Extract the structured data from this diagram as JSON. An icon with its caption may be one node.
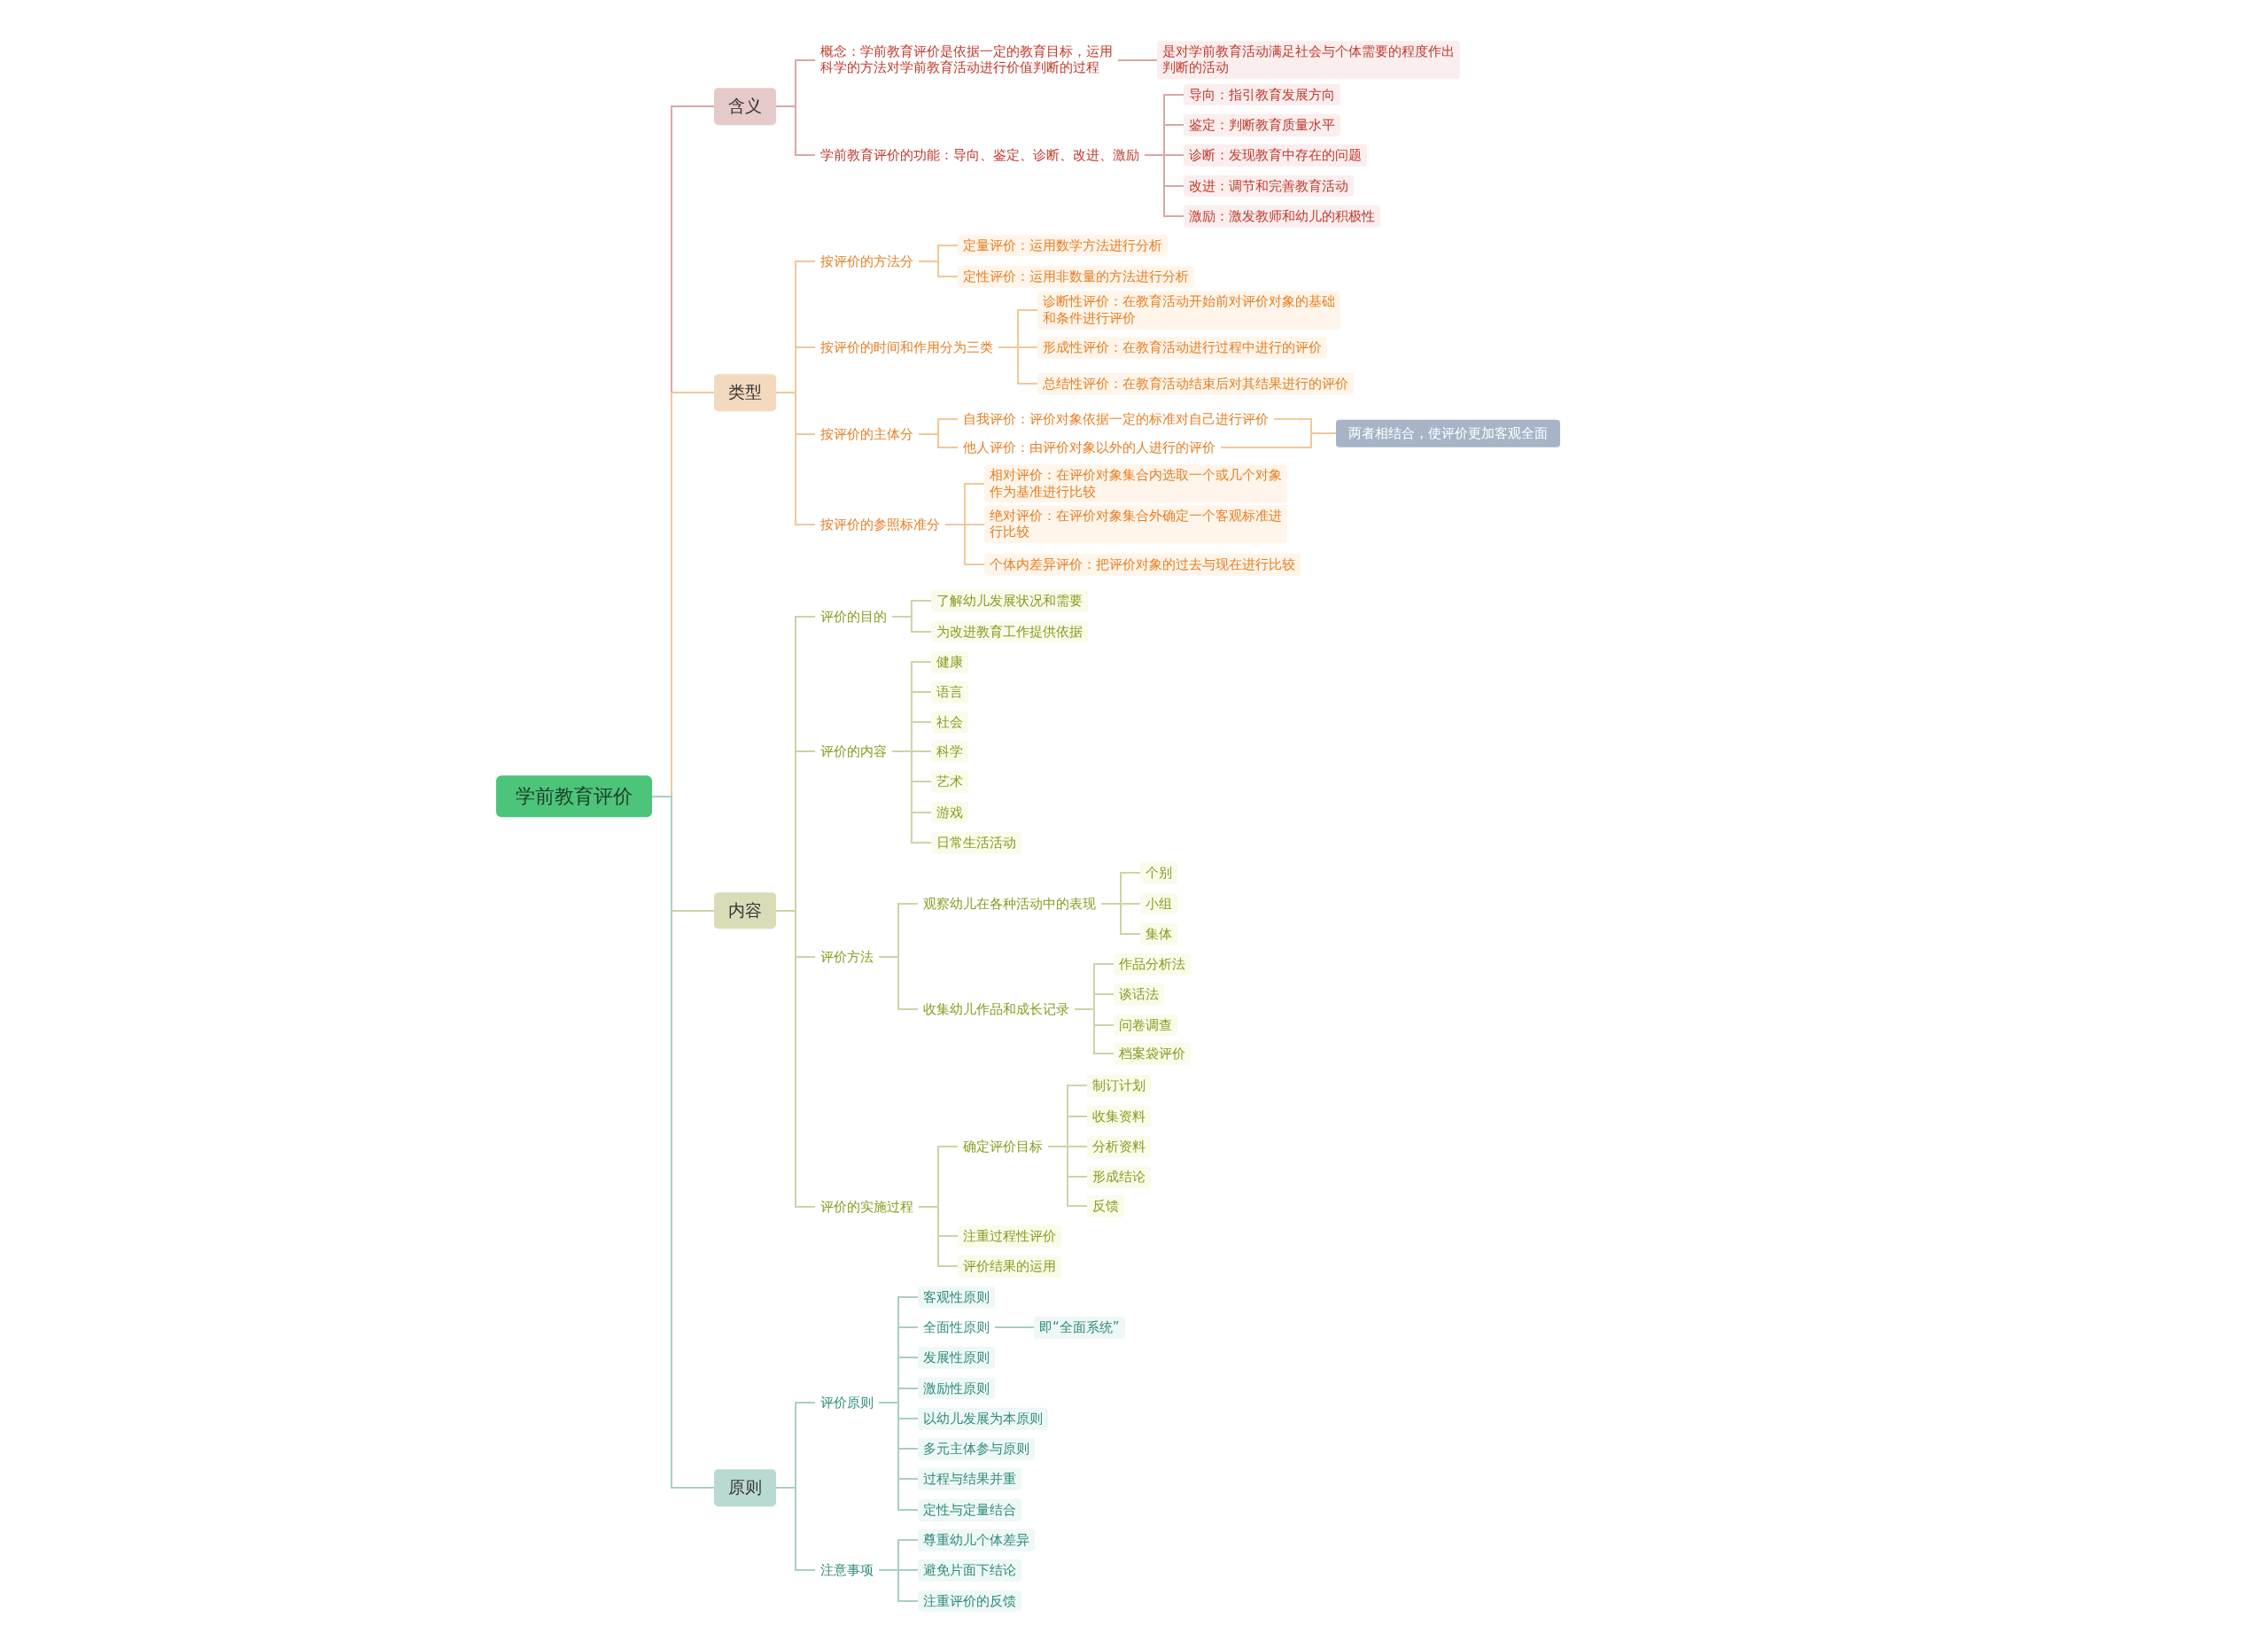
{
  "diagram": {
    "nodes": [
      {
        "text": [
          "学前教育评价"
        ]
      },
      {
        "text": [
          "含义"
        ]
      },
      {
        "text": [
          "概念：学前教育评价是依据一定的教育目标，运用科学的方法对学前教育活动进行价值判断的过程"
        ]
      },
      {
        "text": [
          "是对学前教育活动满足社会与个体需要的程度作出判断的活动"
        ]
      },
      {
        "text": [
          "学前教育评价的功能：导向、鉴定、诊断、改进、激励"
        ]
      },
      {
        "text": [
          "导向：指引教育发展方向"
        ]
      },
      {
        "text": [
          "鉴定：判断教育质量水平"
        ]
      },
      {
        "text": [
          "诊断：发现教育中存在的问题"
        ]
      },
      {
        "text": [
          "改进：调节和完善教育活动"
        ]
      },
      {
        "text": [
          "激励：激发教师和幼儿的积极性"
        ]
      },
      {
        "text": [
          "类型"
        ]
      },
      {
        "text": [
          "按评价的方法分"
        ]
      },
      {
        "text": [
          "定量评价：运用数学方法进行分析"
        ]
      },
      {
        "text": [
          "定性评价：运用非数量的方法进行分析"
        ]
      },
      {
        "text": [
          "按评价的时间和作用分为三类"
        ]
      },
      {
        "text": [
          "诊断性评价：在教育活动开始前对评价对象的基础和条件进行评价"
        ]
      },
      {
        "text": [
          "形成性评价：在教育活动进行过程中进行的评价"
        ]
      },
      {
        "text": [
          "总结性评价：在教育活动结束后对其结果进行的评价"
        ]
      },
      {
        "text": [
          "按评价的主体分"
        ]
      },
      {
        "text": [
          "自我评价：评价对象依据一定的标准对自己进行评价"
        ]
      },
      {
        "text": [
          "他人评价：由评价对象以外的人进行的评价"
        ]
      },
      {
        "text": [
          "两者相结合，使评价更加客观全面"
        ]
      },
      {
        "text": [
          "按评价的参照标准分"
        ]
      },
      {
        "text": [
          "相对评价：在评价对象集合内选取一个或几个对象作为基准进行比较"
        ]
      },
      {
        "text": [
          "绝对评价：在评价对象集合外确定一个客观标准进行比较"
        ]
      },
      {
        "text": [
          "个体内差异评价：把评价对象的过去与现在进行比较"
        ]
      },
      {
        "text": [
          "内容"
        ]
      },
      {
        "text": [
          "评价的目的"
        ]
      },
      {
        "text": [
          "了解幼儿发展状况和需要"
        ]
      },
      {
        "text": [
          "为改进教育工作提供依据"
        ]
      },
      {
        "text": [
          "评价的内容"
        ]
      },
      {
        "text": [
          "健康"
        ]
      },
      {
        "text": [
          "语言"
        ]
      },
      {
        "text": [
          "社会"
        ]
      },
      {
        "text": [
          "科学"
        ]
      },
      {
        "text": [
          "艺术"
        ]
      },
      {
        "text": [
          "游戏"
        ]
      },
      {
        "text": [
          "日常生活活动"
        ]
      },
      {
        "text": [
          "评价方法"
        ]
      },
      {
        "text": [
          "观察幼儿在各种活动中的表现"
        ]
      },
      {
        "text": [
          "个别"
        ]
      },
      {
        "text": [
          "小组"
        ]
      },
      {
        "text": [
          "集体"
        ]
      },
      {
        "text": [
          "收集幼儿作品和成长记录"
        ]
      },
      {
        "text": [
          "作品分析法"
        ]
      },
      {
        "text": [
          "谈话法"
        ]
      },
      {
        "text": [
          "问卷调查"
        ]
      },
      {
        "text": [
          "档案袋评价"
        ]
      },
      {
        "text": [
          "评价的实施过程"
        ]
      },
      {
        "text": [
          "确定评价目标"
        ]
      },
      {
        "text": [
          "制订计划"
        ]
      },
      {
        "text": [
          "收集资料"
        ]
      },
      {
        "text": [
          "分析资料"
        ]
      },
      {
        "text": [
          "形成结论"
        ]
      },
      {
        "text": [
          "反馈"
        ]
      },
      {
        "text": [
          "注重过程性评价"
        ]
      },
      {
        "text": [
          "评价结果的运用"
        ]
      },
      {
        "text": [
          "原则"
        ]
      },
      {
        "text": [
          "评价原则"
        ]
      },
      {
        "text": [
          "客观性原则"
        ]
      },
      {
        "text": [
          "全面性原则"
        ]
      },
      {
        "text": [
          "即“全面系统”"
        ]
      },
      {
        "text": [
          "发展性原则"
        ]
      },
      {
        "text": [
          "激励性原则"
        ]
      },
      {
        "text": [
          "以幼儿发展为本原则"
        ]
      },
      {
        "text": [
          "多元主体参与原则"
        ]
      },
      {
        "text": [
          "过程与结果并重"
        ]
      },
      {
        "text": [
          "定性与定量结合"
        ]
      },
      {
        "text": [
          "注意事项"
        ]
      },
      {
        "text": [
          "尊重幼儿个体差异"
        ]
      },
      {
        "text": [
          "避免片面下结论"
        ]
      },
      {
        "text": [
          "注重评价的反馈"
        ]
      }
    ],
    "edges": [
      {
        "from": 0,
        "to": 1,
        "arrow": "none"
      },
      {
        "from": 1,
        "to": 2,
        "arrow": "none"
      },
      {
        "from": 2,
        "to": 3,
        "arrow": "none"
      },
      {
        "from": 1,
        "to": 4,
        "arrow": "none"
      },
      {
        "from": 4,
        "to": 5,
        "arrow": "none"
      },
      {
        "from": 4,
        "to": 6,
        "arrow": "none"
      },
      {
        "from": 4,
        "to": 7,
        "arrow": "none"
      },
      {
        "from": 4,
        "to": 8,
        "arrow": "none"
      },
      {
        "from": 4,
        "to": 9,
        "arrow": "none"
      },
      {
        "from": 0,
        "to": 10,
        "arrow": "none"
      },
      {
        "from": 10,
        "to": 11,
        "arrow": "none"
      },
      {
        "from": 11,
        "to": 12,
        "arrow": "none"
      },
      {
        "from": 11,
        "to": 13,
        "arrow": "none"
      },
      {
        "from": 10,
        "to": 14,
        "arrow": "none"
      },
      {
        "from": 14,
        "to": 15,
        "arrow": "none"
      },
      {
        "from": 14,
        "to": 16,
        "arrow": "none"
      },
      {
        "from": 14,
        "to": 17,
        "arrow": "none"
      },
      {
        "from": 10,
        "to": 18,
        "arrow": "none"
      },
      {
        "from": 18,
        "to": 19,
        "arrow": "none"
      },
      {
        "from": 18,
        "to": 20,
        "arrow": "none"
      },
      {
        "from": 19,
        "to": 21,
        "arrow": "none"
      },
      {
        "from": 20,
        "to": 21,
        "arrow": "none"
      },
      {
        "from": 10,
        "to": 22,
        "arrow": "none"
      },
      {
        "from": 22,
        "to": 23,
        "arrow": "none"
      },
      {
        "from": 22,
        "to": 24,
        "arrow": "none"
      },
      {
        "from": 22,
        "to": 25,
        "arrow": "none"
      },
      {
        "from": 0,
        "to": 26,
        "arrow": "none"
      },
      {
        "from": 26,
        "to": 27,
        "arrow": "none"
      },
      {
        "from": 27,
        "to": 28,
        "arrow": "none"
      },
      {
        "from": 27,
        "to": 29,
        "arrow": "none"
      },
      {
        "from": 26,
        "to": 30,
        "arrow": "none"
      },
      {
        "from": 30,
        "to": 31,
        "arrow": "none"
      },
      {
        "from": 30,
        "to": 32,
        "arrow": "none"
      },
      {
        "from": 30,
        "to": 33,
        "arrow": "none"
      },
      {
        "from": 30,
        "to": 34,
        "arrow": "none"
      },
      {
        "from": 30,
        "to": 35,
        "arrow": "none"
      },
      {
        "from": 30,
        "to": 36,
        "arrow": "none"
      },
      {
        "from": 30,
        "to": 37,
        "arrow": "none"
      },
      {
        "from": 26,
        "to": 38,
        "arrow": "none"
      },
      {
        "from": 38,
        "to": 39,
        "arrow": "none"
      },
      {
        "from": 39,
        "to": 40,
        "arrow": "none"
      },
      {
        "from": 39,
        "to": 41,
        "arrow": "none"
      },
      {
        "from": 39,
        "to": 42,
        "arrow": "none"
      },
      {
        "from": 38,
        "to": 43,
        "arrow": "none"
      },
      {
        "from": 43,
        "to": 44,
        "arrow": "none"
      },
      {
        "from": 43,
        "to": 45,
        "arrow": "none"
      },
      {
        "from": 43,
        "to": 46,
        "arrow": "none"
      },
      {
        "from": 43,
        "to": 47,
        "arrow": "none"
      },
      {
        "from": 26,
        "to": 48,
        "arrow": "none"
      },
      {
        "from": 48,
        "to": 49,
        "arrow": "none"
      },
      {
        "from": 49,
        "to": 50,
        "arrow": "none"
      },
      {
        "from": 49,
        "to": 51,
        "arrow": "none"
      },
      {
        "from": 49,
        "to": 52,
        "arrow": "none"
      },
      {
        "from": 49,
        "to": 53,
        "arrow": "none"
      },
      {
        "from": 49,
        "to": 54,
        "arrow": "none"
      },
      {
        "from": 48,
        "to": 55,
        "arrow": "none"
      },
      {
        "from": 48,
        "to": 56,
        "arrow": "none"
      },
      {
        "from": 0,
        "to": 57,
        "arrow": "none"
      },
      {
        "from": 57,
        "to": 58,
        "arrow": "none"
      },
      {
        "from": 58,
        "to": 59,
        "arrow": "none"
      },
      {
        "from": 58,
        "to": 60,
        "arrow": "none"
      },
      {
        "from": 60,
        "to": 61,
        "arrow": "none"
      },
      {
        "from": 58,
        "to": 62,
        "arrow": "none"
      },
      {
        "from": 58,
        "to": 63,
        "arrow": "none"
      },
      {
        "from": 58,
        "to": 64,
        "arrow": "none"
      },
      {
        "from": 58,
        "to": 65,
        "arrow": "none"
      },
      {
        "from": 58,
        "to": 66,
        "arrow": "none"
      },
      {
        "from": 58,
        "to": 67,
        "arrow": "none"
      },
      {
        "from": 57,
        "to": 68,
        "arrow": "none"
      },
      {
        "from": 68,
        "to": 69,
        "arrow": "none"
      },
      {
        "from": 68,
        "to": 70,
        "arrow": "none"
      },
      {
        "from": 68,
        "to": 71,
        "arrow": "none"
      }
    ]
  }
}
